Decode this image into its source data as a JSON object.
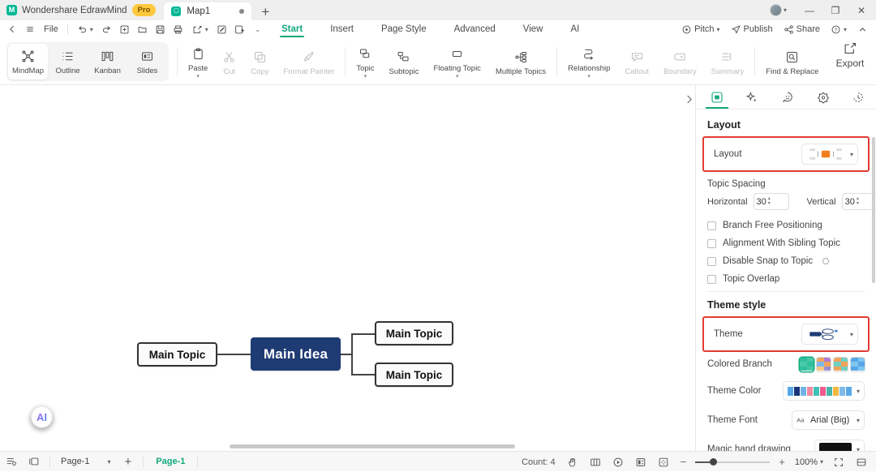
{
  "titlebar": {
    "brand": "Wondershare EdrawMind",
    "pro_badge": "Pro",
    "tab_label": "Map1",
    "new_tab": "+",
    "minimize": "—",
    "maximize": "❐",
    "close": "✕"
  },
  "menubar": {
    "file": "File",
    "ribbon_tabs": [
      {
        "label": "Start",
        "active": true
      },
      {
        "label": "Insert",
        "active": false
      },
      {
        "label": "Page Style",
        "active": false
      },
      {
        "label": "Advanced",
        "active": false
      },
      {
        "label": "View",
        "active": false
      },
      {
        "label": "AI",
        "active": false
      }
    ],
    "right_items": [
      {
        "label": "Pitch",
        "icon": "pitch-icon"
      },
      {
        "label": "Publish",
        "icon": "publish-icon"
      },
      {
        "label": "Share",
        "icon": "share-icon"
      },
      {
        "label": "",
        "icon": "help-icon"
      },
      {
        "label": "",
        "icon": "collapse-ribbon-icon"
      }
    ]
  },
  "ribbon": {
    "view_modes": [
      {
        "label": "MindMap",
        "selected": true
      },
      {
        "label": "Outline",
        "selected": false
      },
      {
        "label": "Kanban",
        "selected": false
      },
      {
        "label": "Slides",
        "selected": false
      }
    ],
    "clipboard": [
      {
        "label": "Paste",
        "disabled": false,
        "dropdown": true
      },
      {
        "label": "Cut",
        "disabled": true,
        "dropdown": false
      },
      {
        "label": "Copy",
        "disabled": true,
        "dropdown": false
      },
      {
        "label": "Format Painter",
        "disabled": true,
        "dropdown": false
      }
    ],
    "topic_group": [
      {
        "label": "Topic",
        "disabled": false,
        "dropdown": true
      },
      {
        "label": "Subtopic",
        "disabled": false,
        "dropdown": false
      },
      {
        "label": "Floating Topic",
        "disabled": false,
        "dropdown": true
      },
      {
        "label": "Multiple Topics",
        "disabled": false,
        "dropdown": false
      }
    ],
    "relation_group": [
      {
        "label": "Relationship",
        "disabled": false,
        "dropdown": true
      },
      {
        "label": "Callout",
        "disabled": true,
        "dropdown": false
      },
      {
        "label": "Boundary",
        "disabled": true,
        "dropdown": false
      },
      {
        "label": "Summary",
        "disabled": true,
        "dropdown": false
      }
    ],
    "find_replace": "Find & Replace",
    "export": "Export"
  },
  "canvas": {
    "nodes": [
      {
        "id": "center",
        "text": "Main Idea"
      },
      {
        "id": "left",
        "text": "Main Topic"
      },
      {
        "id": "right-top",
        "text": "Main Topic"
      },
      {
        "id": "right-bottom",
        "text": "Main Topic"
      }
    ],
    "ai_button": "AI"
  },
  "panel": {
    "tabs": [
      {
        "name": "style-tab",
        "active": true
      },
      {
        "name": "ai-sparkle-tab",
        "active": false
      },
      {
        "name": "emoji-tab",
        "active": false
      },
      {
        "name": "sticker-tab",
        "active": false
      },
      {
        "name": "history-tab",
        "active": false
      }
    ],
    "layout_section": {
      "title": "Layout",
      "layout_row_label": "Layout",
      "topic_spacing_label": "Topic Spacing",
      "horizontal_label": "Horizontal",
      "horizontal_value": "30",
      "vertical_label": "Vertical",
      "vertical_value": "30",
      "checkboxes": [
        {
          "label": "Branch Free Positioning",
          "checked": false,
          "info": false
        },
        {
          "label": "Alignment With Sibling Topic",
          "checked": false,
          "info": false
        },
        {
          "label": "Disable Snap to Topic",
          "checked": false,
          "info": true
        },
        {
          "label": "Topic Overlap",
          "checked": false,
          "info": false
        }
      ]
    },
    "theme_section": {
      "title": "Theme style",
      "theme_row_label": "Theme",
      "colored_branch_label": "Colored Branch",
      "theme_color_label": "Theme Color",
      "theme_font_label": "Theme Font",
      "theme_font_value": "Arial (Big)",
      "magic_hand_label": "Magic hand drawing",
      "theme_color_swatches": [
        "#5aa7e8",
        "#18347a",
        "#6fb2e8",
        "#f08aa0",
        "#3ec1b5",
        "#f05a8c",
        "#47b5a8",
        "#f4b73f",
        "#7fb9ea",
        "#5aa7e8"
      ],
      "colored_branch_options": [
        {
          "selected": true,
          "colors": [
            "#2fbf9e",
            "#49c9a7",
            "#2fbf9e",
            "#49c9a7",
            "#2fbf9e",
            "#49c9a7"
          ]
        },
        {
          "selected": false,
          "colors": [
            "#f2a35c",
            "#b07bd4",
            "#f2a35c",
            "#7db7ef",
            "#f2a35c",
            "#b07bd4"
          ]
        },
        {
          "selected": false,
          "colors": [
            "#f2a35c",
            "#6fcfc0",
            "#f2a35c",
            "#6fcfc0",
            "#f2a35c",
            "#6fcfc0"
          ]
        },
        {
          "selected": false,
          "colors": [
            "#5aa7e8",
            "#7fc6f0",
            "#5aa7e8",
            "#7fc6f0",
            "#5aa7e8",
            "#7fc6f0"
          ]
        }
      ]
    },
    "highlight_color": "#e33b32"
  },
  "statusbar": {
    "page_select_label": "Page-1",
    "add_page": "+",
    "current_page": "Page-1",
    "count_label": "Count: 4",
    "zoom_minus": "−",
    "zoom_plus": "+",
    "zoom_value": "100%"
  }
}
